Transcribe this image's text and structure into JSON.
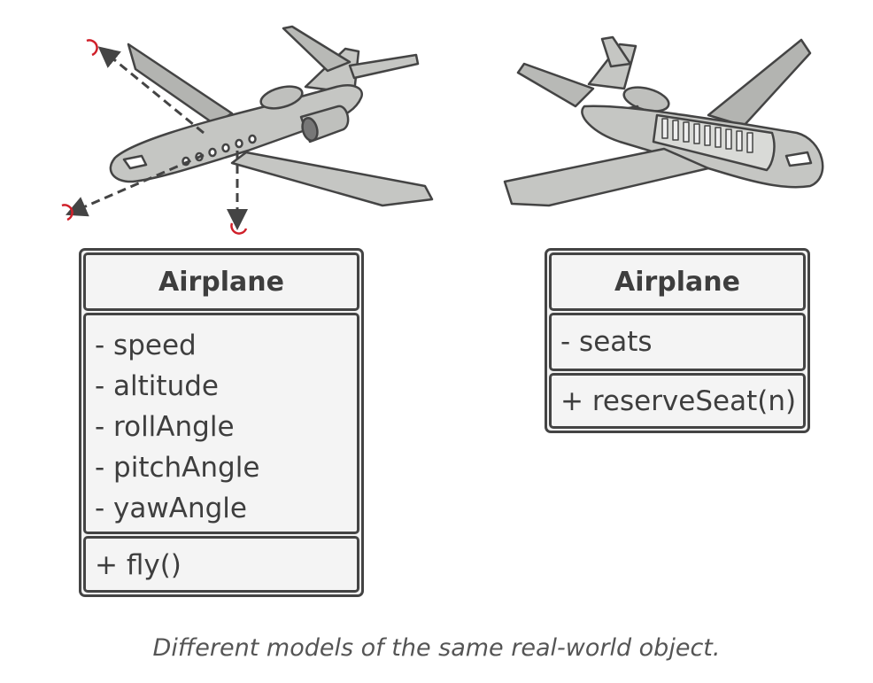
{
  "diagram": {
    "left_class": {
      "name": "Airplane",
      "attributes": [
        "- speed",
        "- altitude",
        "- rollAngle",
        "- pitchAngle",
        "- yawAngle"
      ],
      "methods": [
        "+ fly()"
      ]
    },
    "right_class": {
      "name": "Airplane",
      "attributes": [
        "- seats"
      ],
      "methods": [
        "+ reserveSeat(n)"
      ]
    },
    "caption": "Different models of the same real-world object."
  },
  "colors": {
    "plane_body": "#c5c6c3",
    "outline": "#444444",
    "box_fill": "#f4f4f4",
    "rotation_marker": "#d0202a"
  },
  "icons": [
    "airplane-flight-axes-icon",
    "airplane-cabin-seats-icon"
  ]
}
